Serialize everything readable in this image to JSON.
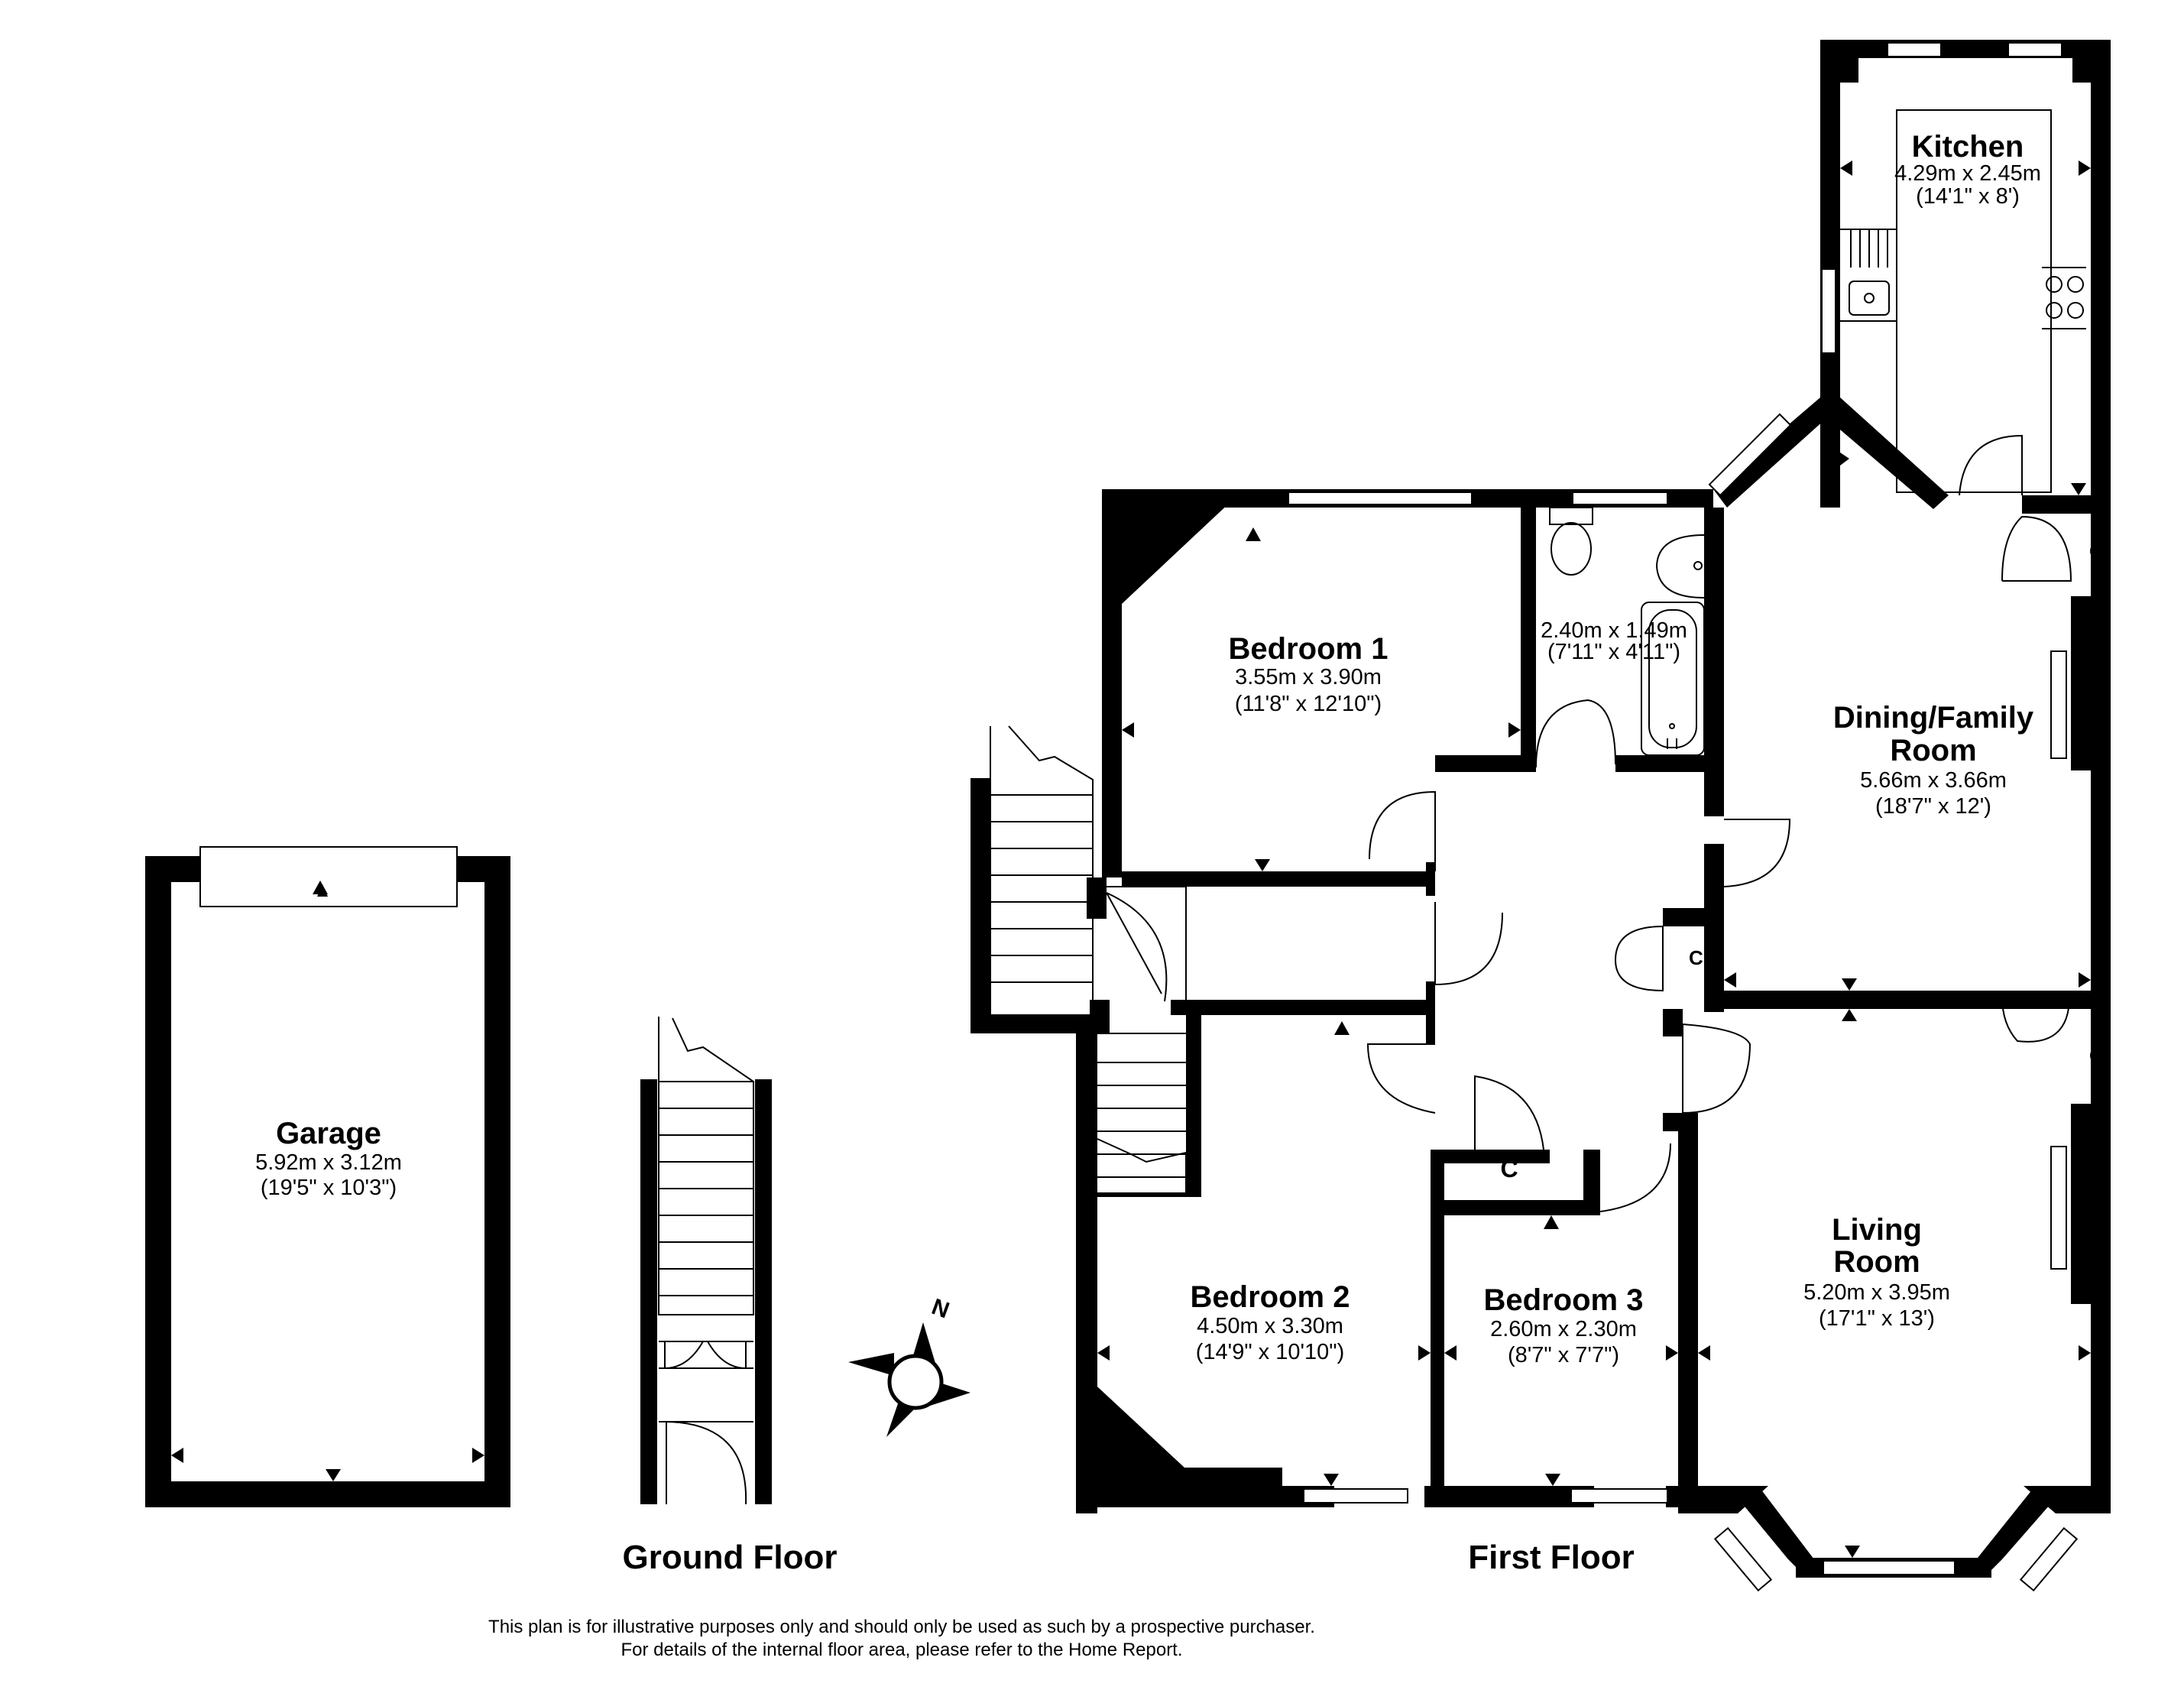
{
  "rooms": {
    "kitchen": {
      "name": "Kitchen",
      "metric": "4.29m x 2.45m",
      "imperial": "(14'1\" x 8')"
    },
    "bedroom1": {
      "name": "Bedroom 1",
      "metric": "3.55m x 3.90m",
      "imperial": "(11'8\" x 12'10\")"
    },
    "bathroom": {
      "metric": "2.40m x 1.49m",
      "imperial": "(7'11\" x 4'11\")"
    },
    "dining": {
      "name_line1": "Dining/Family",
      "name_line2": "Room",
      "metric": "5.66m x 3.66m",
      "imperial": "(18'7\" x 12')"
    },
    "garage": {
      "name": "Garage",
      "metric": "5.92m x 3.12m",
      "imperial": "(19'5\" x 10'3\")"
    },
    "bedroom2": {
      "name": "Bedroom 2",
      "metric": "4.50m x 3.30m",
      "imperial": "(14'9\" x 10'10\")"
    },
    "bedroom3": {
      "name": "Bedroom 3",
      "metric": "2.60m x 2.30m",
      "imperial": "(8'7\" x 7'7\")"
    },
    "living": {
      "name_line1": "Living",
      "name_line2": "Room",
      "metric": "5.20m x 3.95m",
      "imperial": "(17'1\" x 13')"
    }
  },
  "cupboard_label": "C",
  "compass_label": "N",
  "floors": {
    "ground": "Ground Floor",
    "first": "First Floor"
  },
  "disclaimer": {
    "line1": "This plan is for illustrative purposes only and should only be used as such by a prospective purchaser.",
    "line2": "For details of the internal floor area, please refer to the Home Report."
  }
}
